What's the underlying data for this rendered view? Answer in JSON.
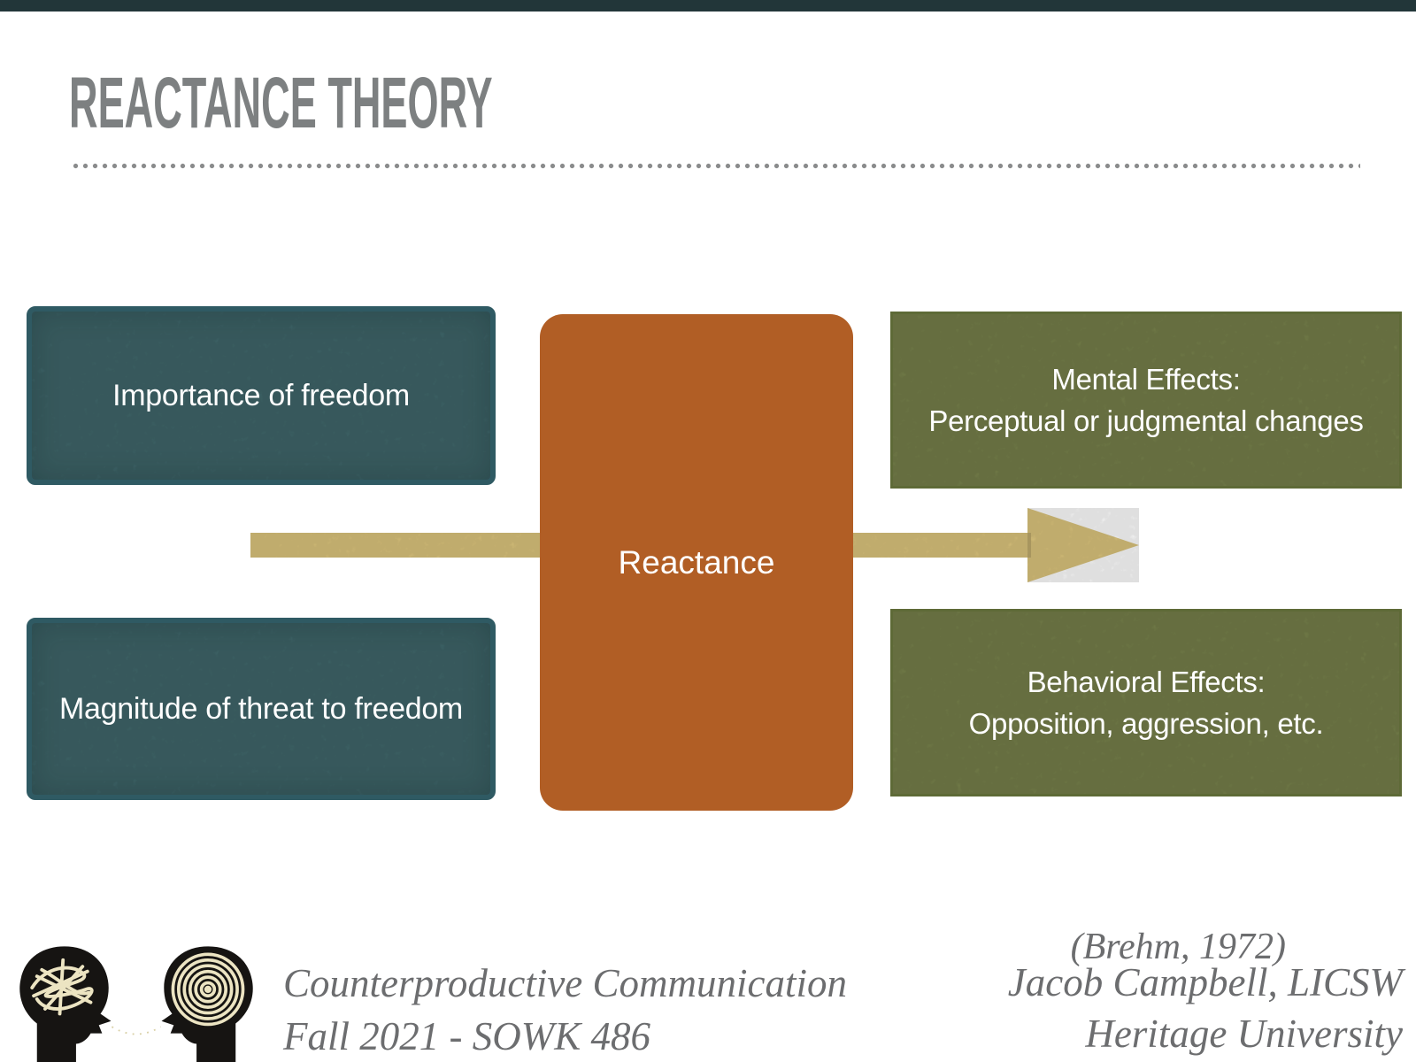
{
  "slide": {
    "title": "REACTANCE THEORY",
    "diagram": {
      "inputs": [
        {
          "label": "Importance of freedom"
        },
        {
          "label": "Magnitude of threat to freedom"
        }
      ],
      "process": {
        "label": "Reactance"
      },
      "outputs": [
        {
          "title": "Mental Effects:",
          "description": "Perceptual or judgmental changes"
        },
        {
          "title": "Behavioral Effects:",
          "description": "Opposition, aggression, etc."
        }
      ],
      "arrow_icon": "right-arrow-icon"
    },
    "footer": {
      "logo_icon": "communication-heads-logo",
      "course_title": "Counterproductive Communication",
      "course_term": "Fall 2021 - SOWK 486",
      "citation": "(Brehm, 1972)",
      "author": "Jacob Campbell, LICSW",
      "institution": "Heritage University"
    },
    "colors": {
      "top_bar": "#223639",
      "title_gray": "#7d8081",
      "teal_fill": "#41696d",
      "teal_border": "#2f5a63",
      "orange_fill": "#b15e25",
      "olive_fill": "#79834c",
      "olive_border": "#5e6a37",
      "arrow_tan": "#dcc57d",
      "footer_gray": "#6c6d6f",
      "text_white": "#ffffff"
    }
  }
}
